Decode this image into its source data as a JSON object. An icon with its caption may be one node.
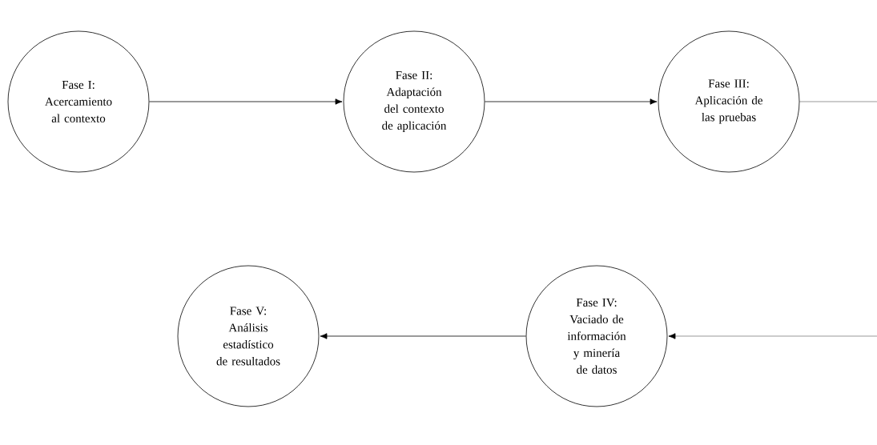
{
  "diagram": {
    "nodes": [
      {
        "text": [
          "Fase I: Acercamiento al contexto"
        ]
      },
      {
        "text": [
          "Fase II: Adaptación del contexto de aplicación"
        ]
      },
      {
        "text": [
          "Fase III: Aplicación de las pruebas"
        ]
      },
      {
        "text": [
          "Fase IV: Vaciado de información y minería de datos"
        ]
      },
      {
        "text": [
          "Fase V: Análisis estadístico de resultados"
        ]
      }
    ],
    "edges": [
      {
        "from": 0,
        "to": 1,
        "arrow": "to"
      },
      {
        "from": 1,
        "to": 2,
        "arrow": "to"
      },
      {
        "from": 2,
        "to": null,
        "arrow": "none"
      },
      {
        "from": null,
        "to": 3,
        "arrow": "to"
      },
      {
        "from": 3,
        "to": 4,
        "arrow": "to"
      }
    ]
  }
}
